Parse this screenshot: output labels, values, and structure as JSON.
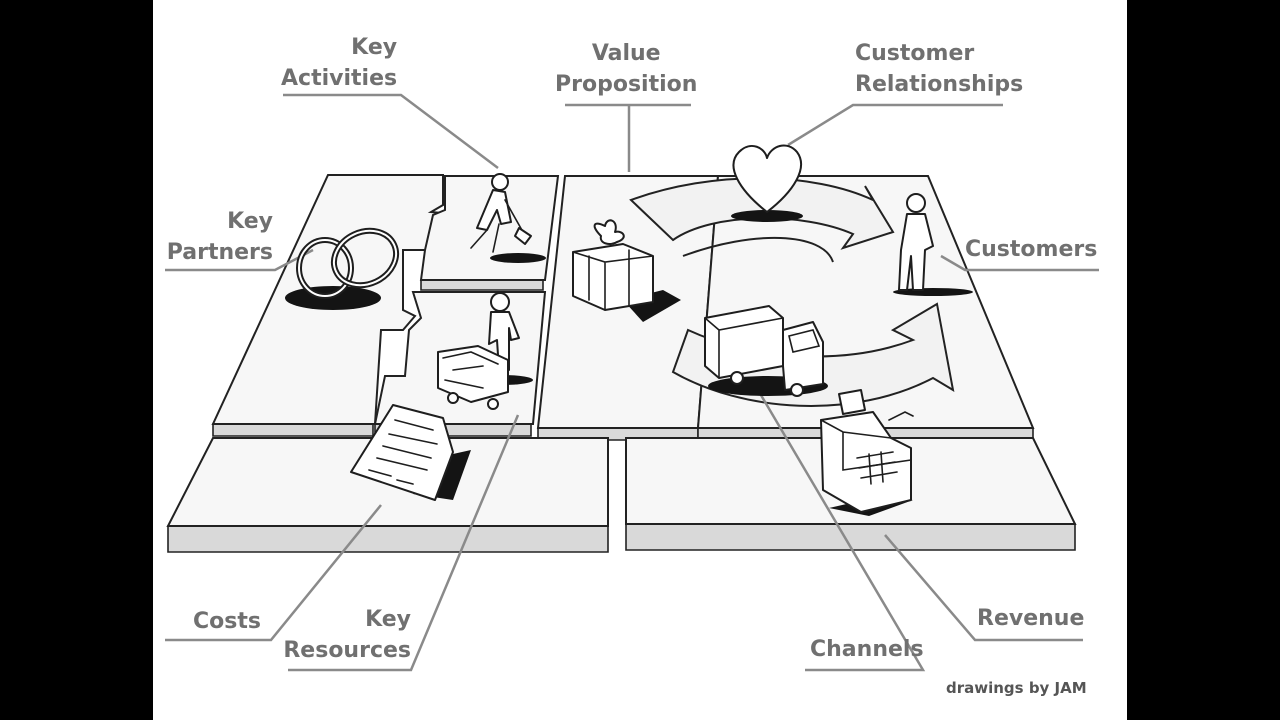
{
  "colors": {
    "background": "#000000",
    "canvas": "#ffffff",
    "label": "#707070",
    "leader": "#8a8a8a",
    "ink": "#1e1e1e"
  },
  "labels": {
    "key_activities": [
      "Key",
      "Activities"
    ],
    "value_proposition": [
      "Value",
      "Proposition"
    ],
    "customer_relationships": [
      "Customer",
      "Relationships"
    ],
    "key_partners": [
      "Key",
      "Partners"
    ],
    "customers": "Customers",
    "costs": "Costs",
    "key_resources": [
      "Key",
      "Resources"
    ],
    "channels": "Channels",
    "revenue": "Revenue"
  },
  "credit": "drawings by JAM",
  "icons": [
    "rings-icon",
    "digging-person-icon",
    "person-pushing-cart-icon",
    "gift-box-icon",
    "heart-icon",
    "standing-customer-icon",
    "delivery-truck-icon",
    "cash-register-icon",
    "invoice-paper-icon"
  ]
}
